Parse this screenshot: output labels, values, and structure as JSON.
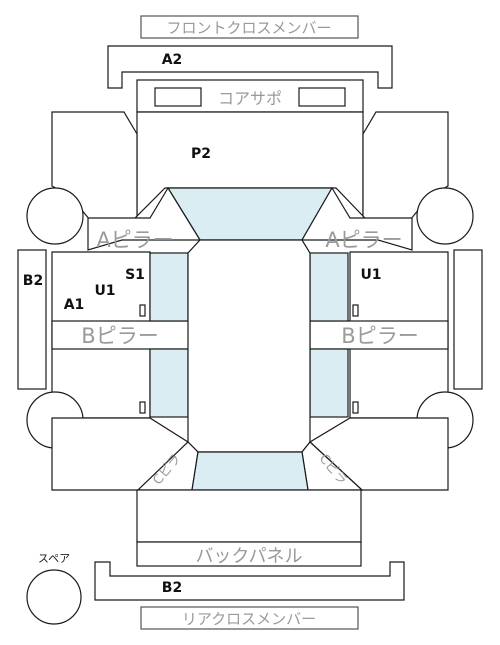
{
  "labels": {
    "front_cross_member": "フロントクロスメンバー",
    "core_support": "コアサポ",
    "a_pillar": "Aピラー",
    "b_pillar": "Bピラー",
    "back_panel": "バックパネル",
    "rear_cross_member": "リアクロスメンバー",
    "spare": "スペア",
    "pillar_c": "Cピラ"
  },
  "codes": {
    "a2": "A2",
    "p2": "P2",
    "b2": "B2",
    "s1": "S1",
    "u1": "U1",
    "a1": "A1"
  },
  "colors": {
    "glass": "#d9edf3",
    "line": "#1a1a1a",
    "label_gray": "#9a9a9a"
  }
}
